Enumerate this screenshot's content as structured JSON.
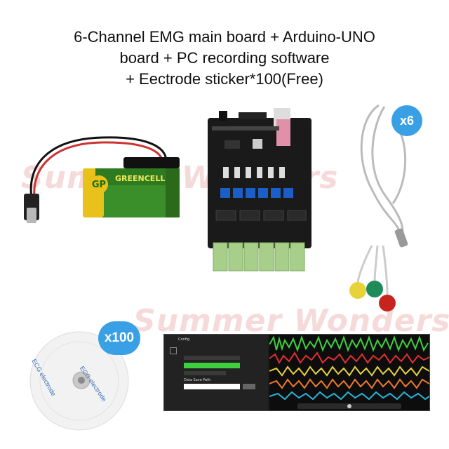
{
  "title": {
    "line1": "6-Channel EMG main board + Arduino-UNO",
    "line2": "board + PC recording software",
    "line3": "+  Eectrode sticker*100(Free)"
  },
  "watermark": "Summer Wonders",
  "battery": {
    "brand": "GP",
    "label": "GREENCELL"
  },
  "badges": {
    "cable_count": "x6",
    "sticker_count": "x100"
  },
  "sticker": {
    "text": "ECG electrode"
  },
  "software": {
    "heading": "Config",
    "field_label": "Data Save Path"
  },
  "colors": {
    "badge": "#3aa0e6",
    "board": "#1a1a1a",
    "battery_green": "#3a8f2a",
    "battery_yellow": "#e8c21a",
    "trace_green": "#3ecf3e",
    "trace_red": "#e03030",
    "trace_yellow": "#e8d23a",
    "trace_orange": "#ee7a2a",
    "trace_cyan": "#2ab3d8"
  }
}
